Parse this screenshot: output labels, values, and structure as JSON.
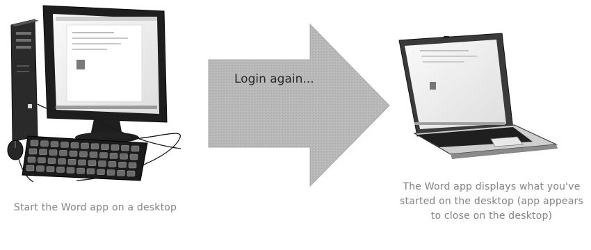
{
  "diagram": {
    "arrow_label": "Login again...",
    "left_caption": "Start the Word app on a desktop",
    "right_caption": "The Word app displays what you've started on the desktop (app appears to close on the desktop)"
  },
  "colors": {
    "arrow_fill": "#b5b5b5",
    "caption_text": "#8a8a8a",
    "device_dark": "#1c1c1c",
    "screen_light": "#f2f2f2"
  },
  "icons": [
    "desktop-computer-icon",
    "keyboard-icon",
    "mouse-icon",
    "laptop-icon",
    "right-arrow-icon"
  ]
}
